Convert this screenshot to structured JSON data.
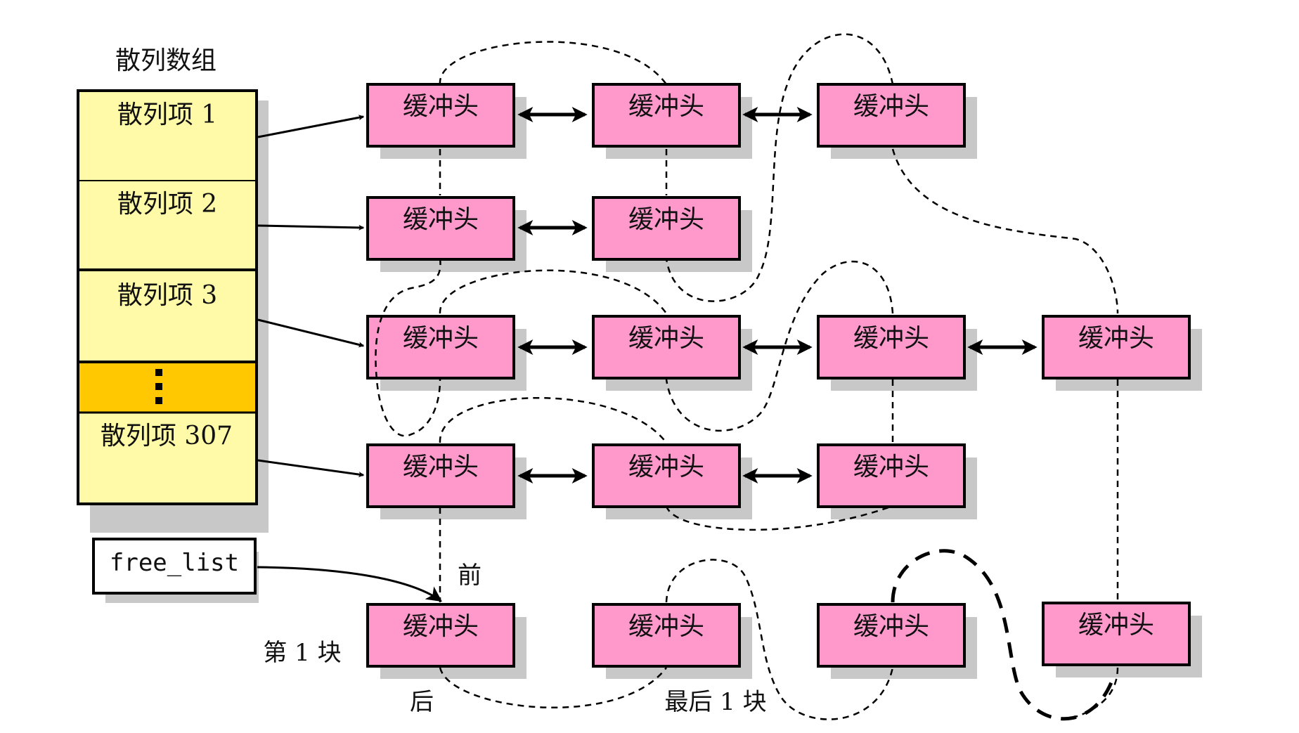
{
  "title": "散列数组",
  "hash_items": [
    "散列项 1",
    "散列项 2",
    "散列项 3",
    "散列项 307"
  ],
  "ellipsis": "⋮",
  "free_list": "free_list",
  "buffer_label": "缓冲头",
  "labels": {
    "front": "前",
    "back": "后",
    "first_block": "第 1 块",
    "last_block": "最后 1 块"
  },
  "colors": {
    "hash_fill": "#fffaa8",
    "hash_sep_fill": "#ffc800",
    "buffer_fill": "#ff99cc",
    "shadow": "#c8c8c8"
  }
}
